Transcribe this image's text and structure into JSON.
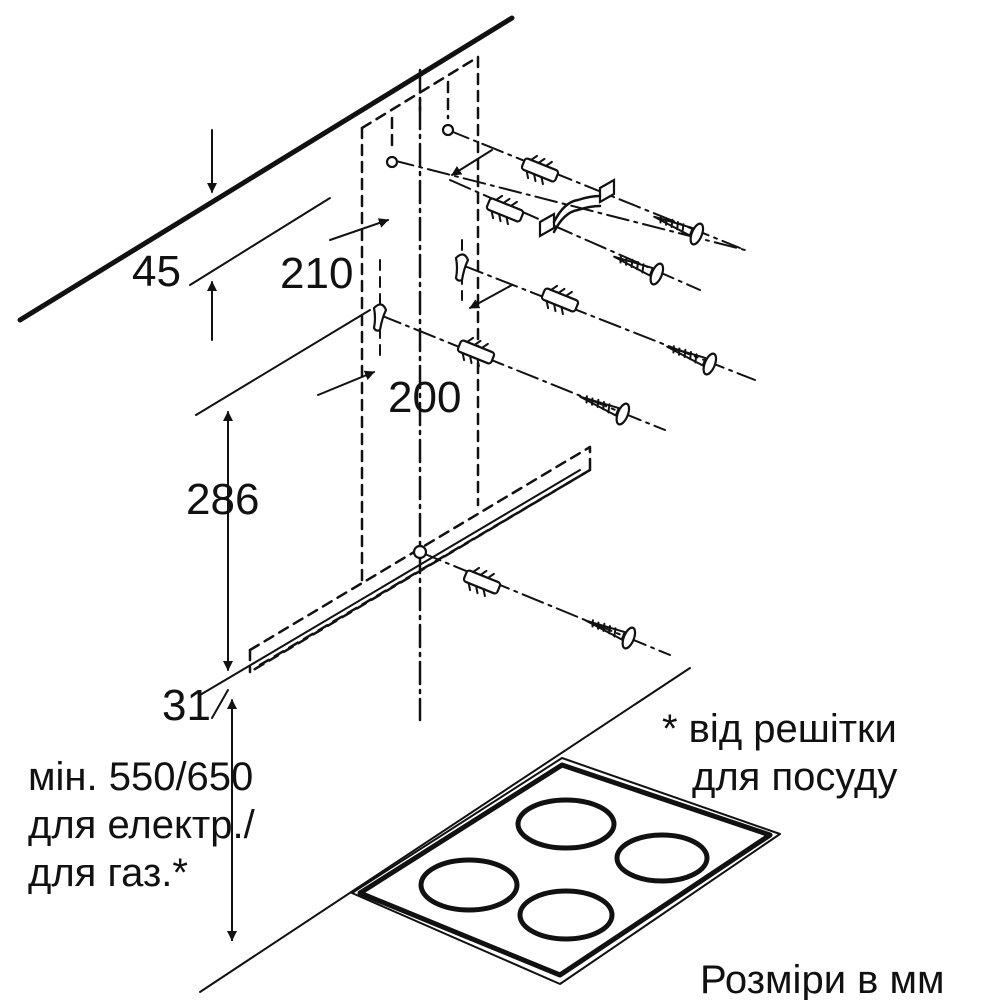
{
  "dimensions": {
    "d45": "45",
    "d210": "210",
    "d200": "200",
    "d286": "286",
    "d31": "31"
  },
  "notes": {
    "min_line1": "мін. 550/650",
    "min_line2": "для електр./",
    "min_line3": "для газ.*",
    "footnote_line1": "* від решітки",
    "footnote_line2": "для посуду",
    "units": "Розміри в мм"
  },
  "icons": [
    "wall-plug-icon",
    "screw-icon",
    "bracket-icon",
    "hob-burner-icon"
  ]
}
